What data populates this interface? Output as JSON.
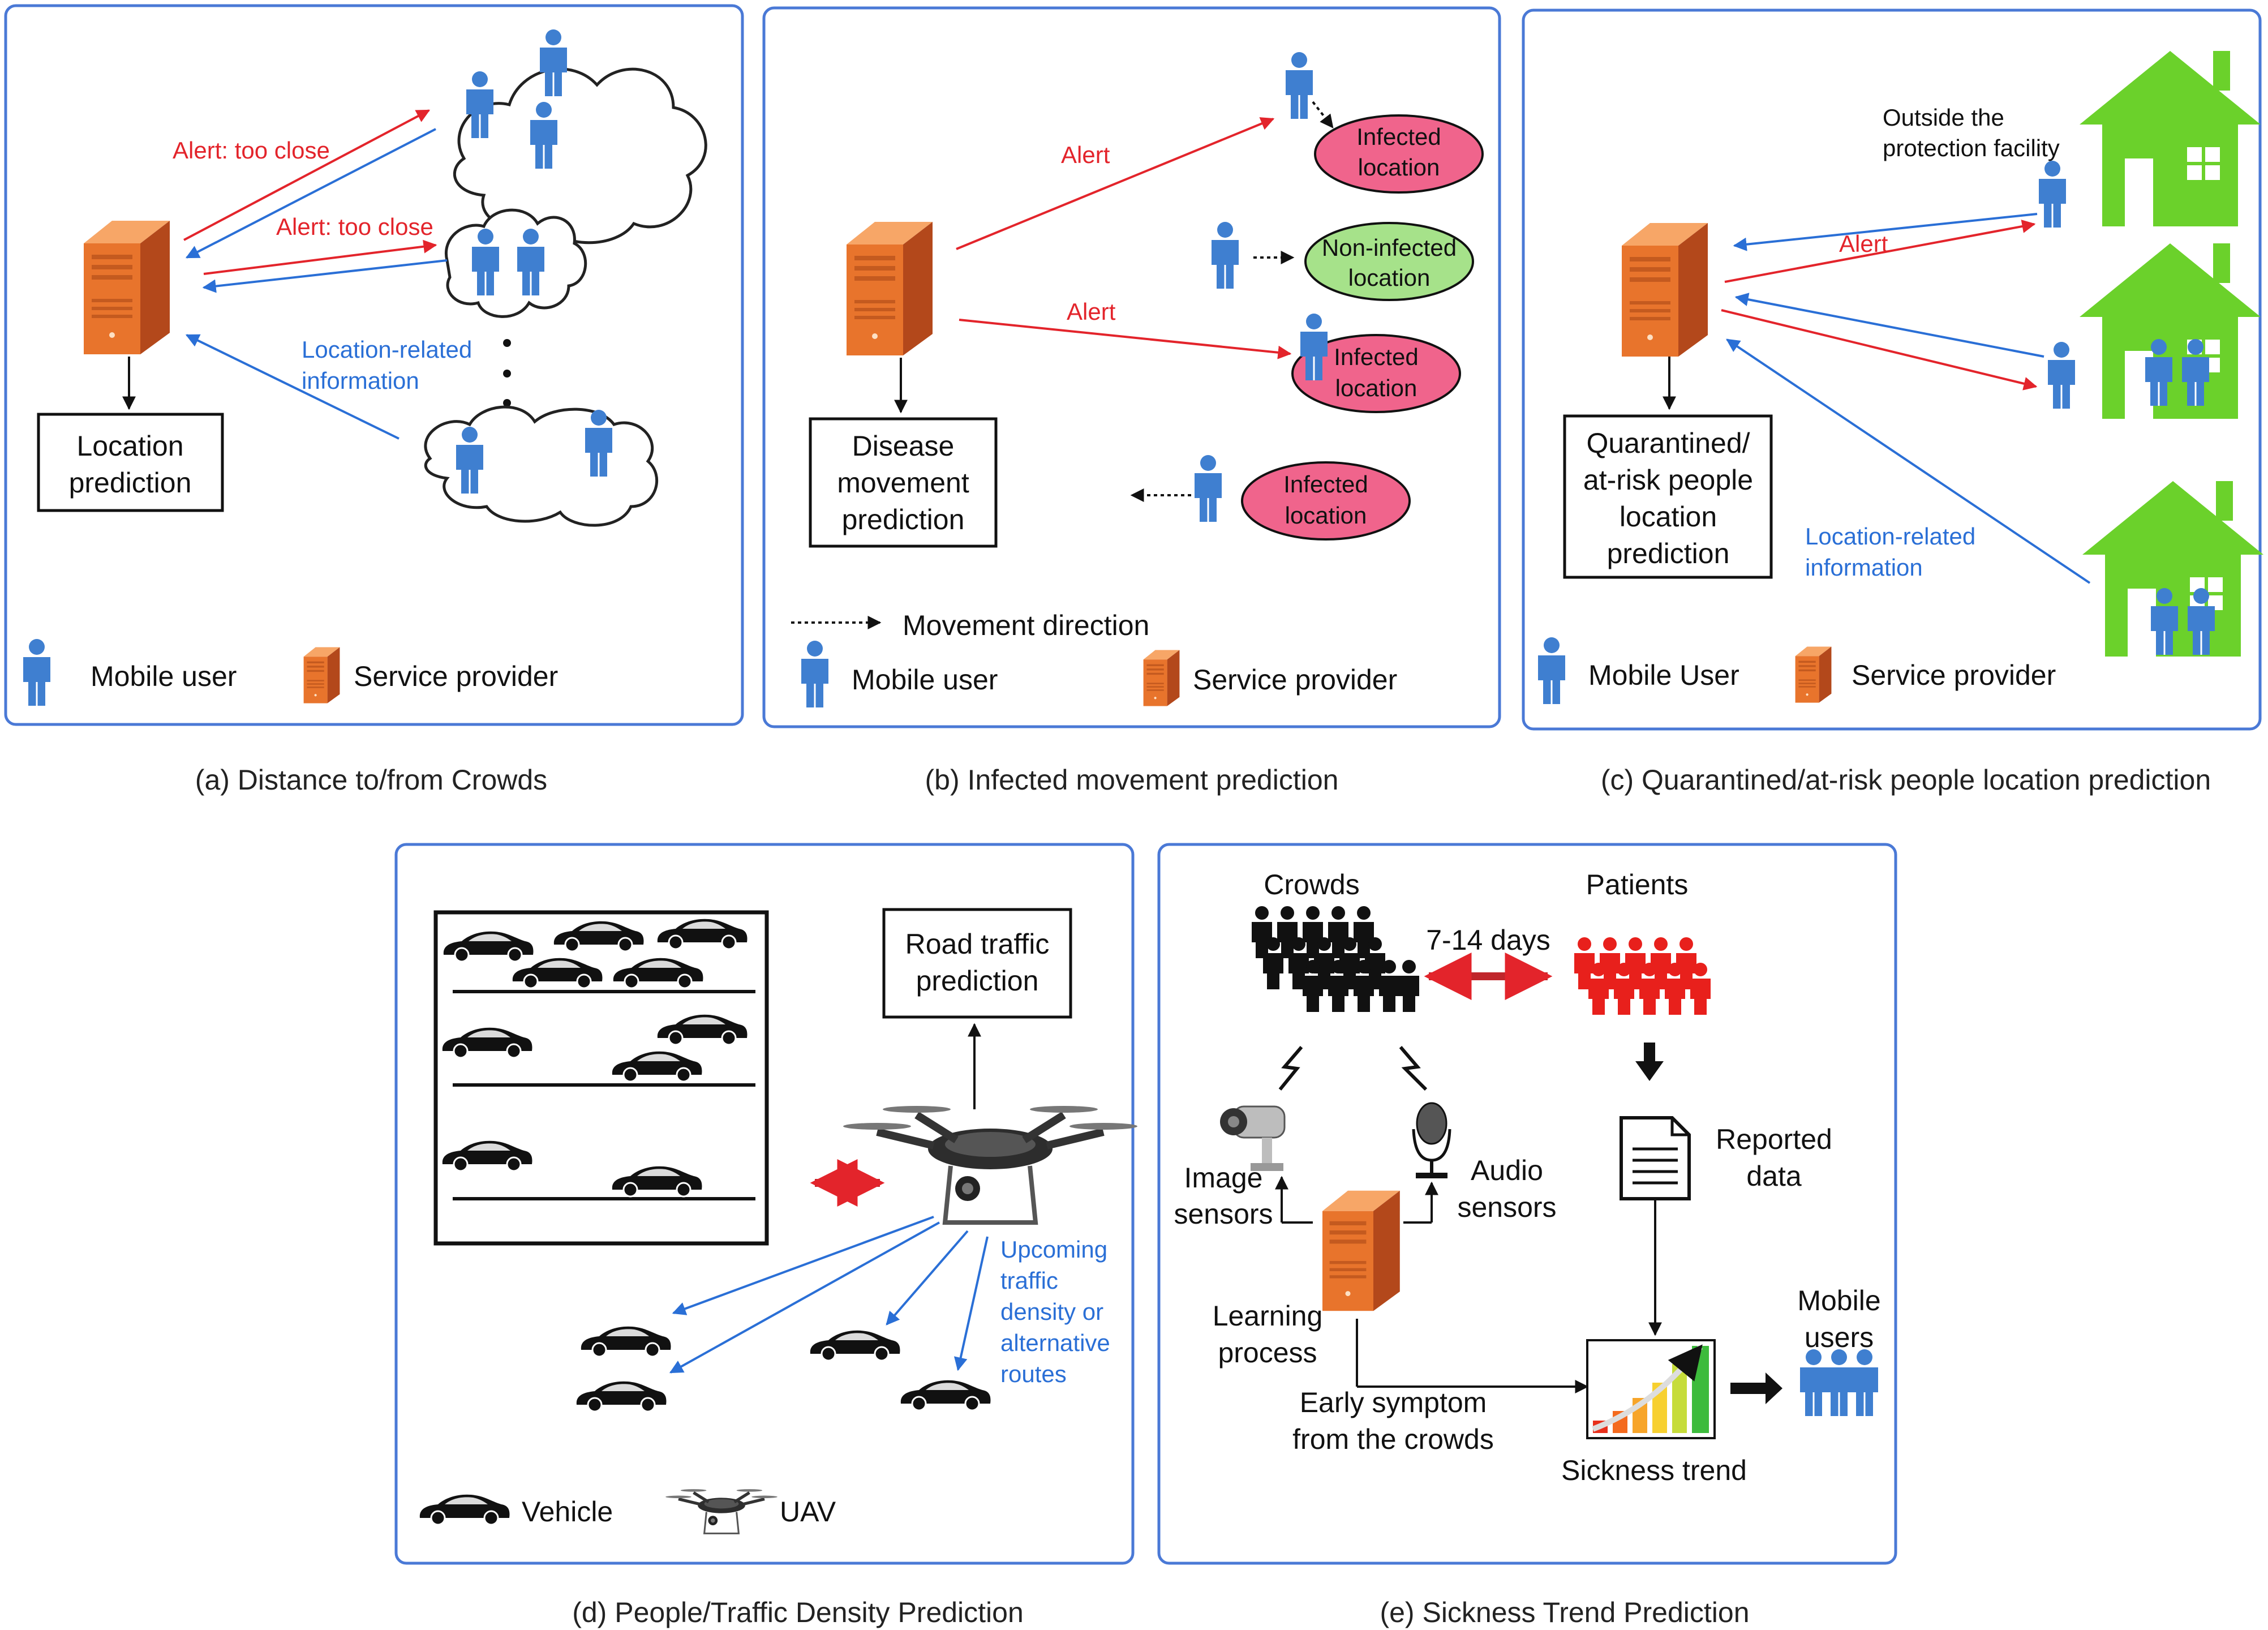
{
  "panel_a": {
    "alert_1": "Alert: too close",
    "alert_2": "Alert: too close",
    "info_line1": "Location-related",
    "info_line2": "information",
    "box_line1": "Location",
    "box_line2": "prediction",
    "legend_user": "Mobile user",
    "legend_provider": "Service provider",
    "caption": "(a) Distance to/from Crowds"
  },
  "panel_b": {
    "alert_1": "Alert",
    "alert_2": "Alert",
    "oval_1_line1": "Infected",
    "oval_1_line2": "location",
    "oval_2_line1": "Non-infected",
    "oval_2_line2": "location",
    "oval_3_line1": "Infected",
    "oval_3_line2": "location",
    "oval_4_line1": "Infected",
    "oval_4_line2": "location",
    "box_line1": "Disease",
    "box_line2": "movement",
    "box_line3": "prediction",
    "legend_direction": "Movement direction",
    "legend_user": "Mobile user",
    "legend_provider": "Service provider",
    "caption": "(b) Infected movement prediction"
  },
  "panel_c": {
    "outside_line1": "Outside the",
    "outside_line2": "protection facility",
    "alert": "Alert",
    "info_line1": "Location-related",
    "info_line2": "information",
    "box_line1": "Quarantined/",
    "box_line2": "at-risk people",
    "box_line3": "location",
    "box_line4": "prediction",
    "legend_user": "Mobile User",
    "legend_provider": "Service provider",
    "caption": "(c) Quarantined/at-risk people location prediction"
  },
  "panel_d": {
    "box_line1": "Road traffic",
    "box_line2": "prediction",
    "info_line1": "Upcoming",
    "info_line2": "traffic",
    "info_line3": "density or",
    "info_line4": "alternative",
    "info_line5": "routes",
    "legend_vehicle": "Vehicle",
    "legend_uav": "UAV",
    "caption": "(d) People/Traffic Density Prediction"
  },
  "panel_e": {
    "crowds": "Crowds",
    "patients": "Patients",
    "days": "7-14 days",
    "image_line1": "Image",
    "image_line2": "sensors",
    "audio_line1": "Audio",
    "audio_line2": "sensors",
    "reported_line1": "Reported",
    "reported_line2": "data",
    "learning_line1": "Learning",
    "learning_line2": "process",
    "early_line1": "Early symptom",
    "early_line2": "from the crowds",
    "trend": "Sickness trend",
    "mobile_line1": "Mobile",
    "mobile_line2": "users",
    "caption": "(e) Sickness Trend Prediction"
  },
  "colors": {
    "panel_border": "#4a79d6",
    "alert_red": "#e3242b",
    "info_blue": "#2a6fd6",
    "user_blue": "#3f7fd0",
    "server_orange": "#e8742c",
    "infected_pink": "#f0648c",
    "non_infected_green": "#a6e28a",
    "house_green": "#6bd12b",
    "patient_red": "#e8201c"
  }
}
